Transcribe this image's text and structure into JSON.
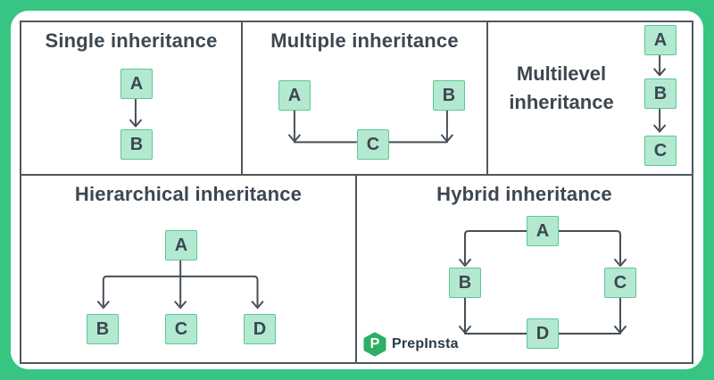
{
  "colors": {
    "frame_green": "#38c482",
    "card_white": "#ffffff",
    "grid_line": "#4f575e",
    "connector": "#454e57",
    "node_fill": "#b4e9d1",
    "node_border": "#5bc795",
    "text_dark": "#3d4751",
    "logo_green": "#2daf66",
    "logo_text": "#2b3a49"
  },
  "panels": {
    "single": {
      "title": "Single inheritance",
      "nodes": {
        "a": "A",
        "b": "B"
      }
    },
    "multiple": {
      "title": "Multiple inheritance",
      "nodes": {
        "a": "A",
        "b": "B",
        "c": "C"
      }
    },
    "multilevel": {
      "title": "Multilevel inheritance",
      "nodes": {
        "a": "A",
        "b": "B",
        "c": "C"
      }
    },
    "hierarchical": {
      "title": "Hierarchical inheritance",
      "nodes": {
        "a": "A",
        "b": "B",
        "c": "C",
        "d": "D"
      }
    },
    "hybrid": {
      "title": "Hybrid inheritance",
      "nodes": {
        "a": "A",
        "b": "B",
        "c": "C",
        "d": "D"
      }
    }
  },
  "logo": {
    "brand": "PrepInsta",
    "icon_letter": "P"
  }
}
